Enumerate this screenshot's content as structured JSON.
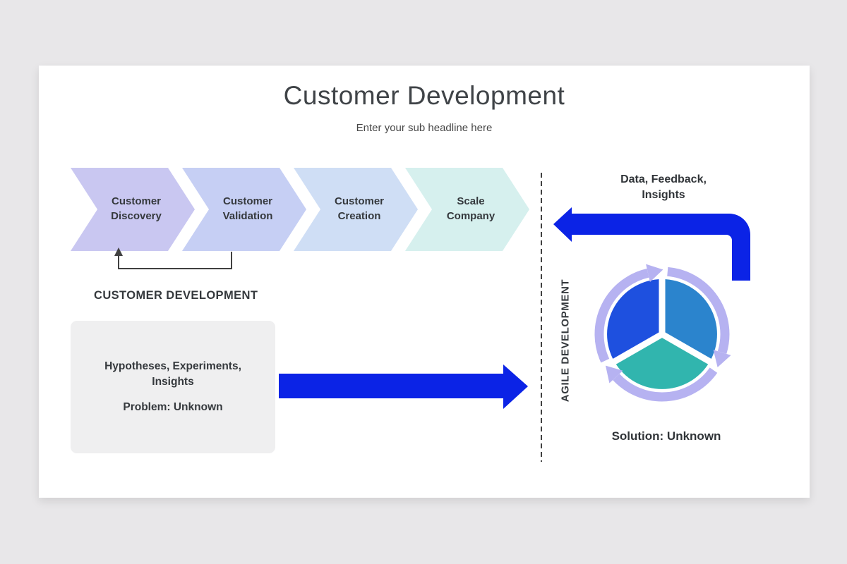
{
  "slide": {
    "title": "Customer Development",
    "subtitle": "Enter your sub headline here",
    "process": {
      "caption": "CUSTOMER DEVELOPMENT",
      "steps": [
        {
          "line1": "Customer",
          "line2": "Discovery",
          "color": "#c9c7f1"
        },
        {
          "line1": "Customer",
          "line2": "Validation",
          "color": "#c6cff4"
        },
        {
          "line1": "Customer",
          "line2": "Creation",
          "color": "#cfdef5"
        },
        {
          "line1": "Scale",
          "line2": "Company",
          "color": "#d6f0ee"
        }
      ]
    },
    "left_panel": {
      "box_line1": "Hypotheses, Experiments,",
      "box_line2": "Insights",
      "box_line3": "Problem: Unknown"
    },
    "right_panel": {
      "feedback_line1": "Data, Feedback,",
      "feedback_line2": "Insights",
      "axis_label": "AGILE DEVELOPMENT",
      "solution": "Solution: Unknown"
    },
    "colors": {
      "background": "#e8e7e9",
      "slide_bg": "#ffffff",
      "arrow_blue": "#0b23e6",
      "ring_lavender": "#b6b2f1",
      "pie_left_blue": "#1e50df",
      "pie_right_blue": "#2b84cd",
      "pie_bottom_teal": "#31b5ae",
      "line_dark": "#414141",
      "box_gray": "#efeff0",
      "text_dark": "#35393d"
    }
  }
}
